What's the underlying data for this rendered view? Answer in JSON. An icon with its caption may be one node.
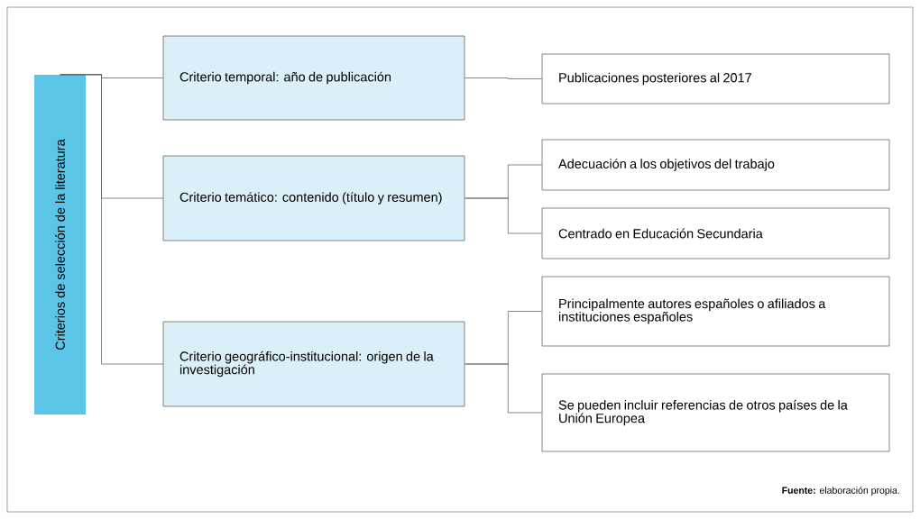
{
  "diagram": {
    "caption": "**Fuente:** elaboración propia.",
    "nodes": [
      {
        "text": [
          "Criterios de selección de la literatura"
        ]
      },
      {
        "text": [
          "Criterio temporal: año de publicación"
        ]
      },
      {
        "text": [
          "Criterio temático: contenido (título y resumen)"
        ]
      },
      {
        "text": [
          "Criterio geográfico-institucional: origen de la investigación"
        ]
      },
      {
        "text": [
          "Publicaciones posteriores al 2017"
        ]
      },
      {
        "text": [
          "Adecuación a los objetivos del trabajo"
        ]
      },
      {
        "text": [
          "Centrado en Educación Secundaria"
        ]
      },
      {
        "text": [
          "Principalmente autores españoles o afiliados a instituciones españoles"
        ]
      },
      {
        "text": [
          "Se pueden incluir referencias de otros países de la Unión Europea"
        ]
      }
    ],
    "edges": [
      {
        "from": 0,
        "to": 1,
        "arrow": "none"
      },
      {
        "from": 0,
        "to": 2,
        "arrow": "none"
      },
      {
        "from": 0,
        "to": 3,
        "arrow": "none"
      },
      {
        "from": 1,
        "to": 4,
        "arrow": "none"
      },
      {
        "from": 2,
        "to": 5,
        "arrow": "none"
      },
      {
        "from": 2,
        "to": 6,
        "arrow": "none"
      },
      {
        "from": 3,
        "to": 7,
        "arrow": "none"
      },
      {
        "from": 3,
        "to": 8,
        "arrow": "none"
      }
    ]
  }
}
